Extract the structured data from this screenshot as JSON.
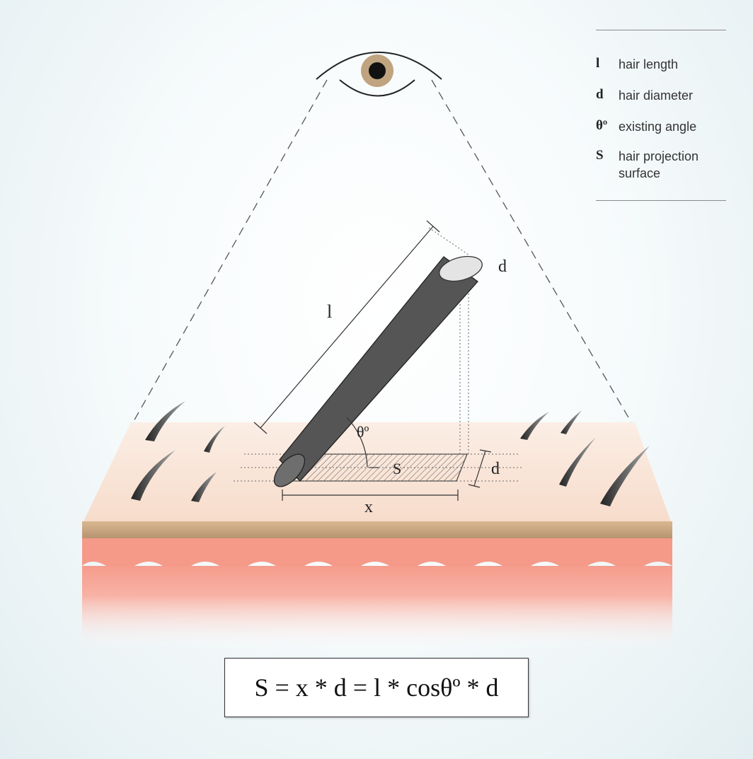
{
  "labels": {
    "length": "l",
    "diameter_top": "d",
    "diameter_side": "d",
    "angle": "θº",
    "surface": "S",
    "projection": "x"
  },
  "legend": [
    {
      "symbol": "l",
      "text": "hair length"
    },
    {
      "symbol": "d",
      "text": "hair diameter"
    },
    {
      "symbol": "θº",
      "text": "existing angle"
    },
    {
      "symbol": "S",
      "text": "hair projection surface"
    }
  ],
  "formula": "S = x * d = l * cosθº * d",
  "colors": {
    "skin_top": "#f9e3d5",
    "skin_band": "#c9a57f",
    "dermis": "#f6a99a",
    "hair_gray": "#8a8a8a",
    "eye_iris": "#bfa27e"
  },
  "icons": {
    "eye": "eye-icon",
    "hairs": "hair-strand-icon"
  }
}
